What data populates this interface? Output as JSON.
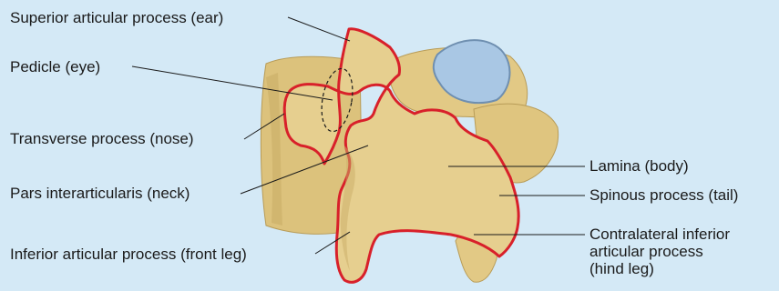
{
  "figure": {
    "colors": {
      "background": "#d4e9f6",
      "bone": "#e6cf8f",
      "bone_shadow": "#c9ad68",
      "outline_highlight": "#d8202a",
      "disc": "#a9c7e4",
      "leader_line": "#1a1a1a"
    },
    "labels": {
      "superior_articular": "Superior articular process (ear)",
      "pedicle": "Pedicle (eye)",
      "transverse": "Transverse process (nose)",
      "pars": "Pars interarticularis (neck)",
      "inferior_articular": "Inferior articular process (front leg)",
      "lamina": "Lamina (body)",
      "spinous": "Spinous process (tail)",
      "contralateral_line1": "Contralateral inferior",
      "contralateral_line2": "articular process",
      "contralateral_line3": "(hind leg)"
    }
  }
}
